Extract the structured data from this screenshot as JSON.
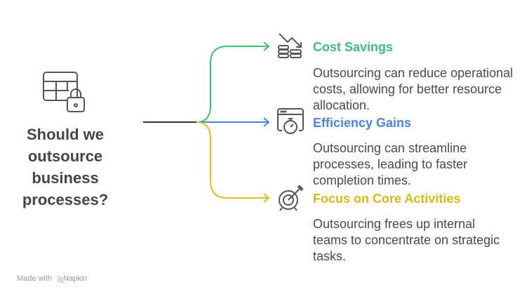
{
  "question": "Should we outsource business processes?",
  "colors": {
    "cost": "#3dbf78",
    "efficiency": "#4a86e0",
    "focus": "#dcc21a",
    "text": "#454545"
  },
  "branches": [
    {
      "title": "Cost Savings",
      "icon": "cost-down-coins-icon",
      "description": "Outsourcing can reduce operational costs, allowing for better resource allocation."
    },
    {
      "title": "Efficiency Gains",
      "icon": "browser-stopwatch-icon",
      "description": "Outsourcing can streamline processes, leading to faster completion times."
    },
    {
      "title": "Focus on Core Activities",
      "icon": "target-arrow-icon",
      "description": "Outsourcing frees up internal teams to concentrate on strategic tasks."
    }
  ],
  "footer": {
    "made_with": "Made with",
    "brand": "Napkin"
  }
}
